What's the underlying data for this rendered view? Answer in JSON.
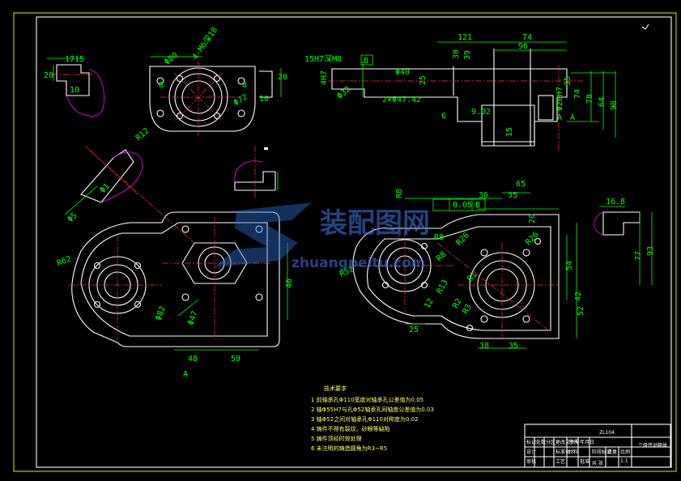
{
  "dimensions": {
    "top_left": [
      "17",
      "15",
      "20",
      "10"
    ],
    "top_mid": [
      "Φ80",
      "4-M6深18",
      "8",
      "8",
      "R12",
      "Φ72",
      "20",
      "10"
    ],
    "top_right": [
      "15H7深M8",
      "B",
      "121",
      "74",
      "30",
      "39",
      "96",
      "4H7",
      "Φ40",
      "25",
      "2×Φ47.42",
      "Φ32",
      "9.02",
      "6",
      "15",
      "74",
      "78",
      "64",
      "35",
      "98",
      "A",
      "A",
      "Φ28H7"
    ],
    "left_view": [
      "Φ1",
      "Φ5",
      "R62",
      "Φ82",
      "Φ47",
      "46",
      "48",
      "59",
      "A"
    ],
    "right_view": [
      "R8",
      "65",
      "36",
      "35",
      "0.05",
      "B",
      "R8",
      "R26",
      "R52",
      "R1",
      "R13",
      "12",
      "R2",
      "R8",
      "R3",
      "R26",
      "54",
      "20",
      "42",
      "52",
      "25",
      "38",
      "35"
    ],
    "detail_right": [
      "16.8",
      "77",
      "93"
    ]
  },
  "tech_notes": {
    "title": "技术要求",
    "items": [
      "1 前轴承孔Φ110宽度对轴承孔公差值为0.05",
      "2 轴Φ55H7与孔Φ52轴承孔同轴度公差值为0.03",
      "3 轴Φ52之间对轴承孔Φ110对称度为0.02",
      "4 铸件不得有裂纹、砂眼等缺陷",
      "5 铸件须经时效处理",
      "6 未注明的铸造圆角为R3~R5"
    ]
  },
  "title_block": {
    "code": "ZL104",
    "name": "三级传动箱体",
    "scale_label": "比例",
    "scale": "1:1",
    "weight_label": "重量",
    "sheet_label": "共 张",
    "material_label": "材料",
    "cells": [
      "标记",
      "处数",
      "分区",
      "更改文件号",
      "签名",
      "年月日",
      "设计",
      "审核",
      "工艺",
      "标准化",
      "批准",
      "阶段标记"
    ]
  },
  "watermark": {
    "cn": "装配图网",
    "en": "zhuangpeitu.com"
  }
}
